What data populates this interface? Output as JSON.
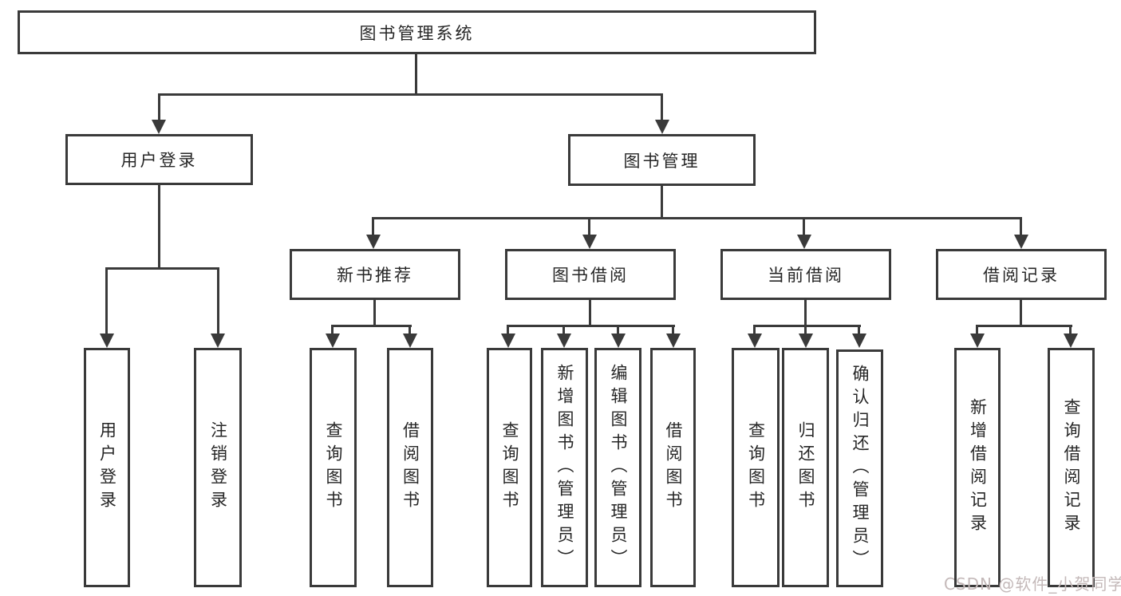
{
  "watermark": "CSDN @软件_小贺同学",
  "colors": {
    "line": "#3a3a3a",
    "text": "#262626",
    "background": "#ffffff",
    "watermark": "#c4b9b9"
  },
  "tree": {
    "root": {
      "label": "图书管理系统"
    },
    "branches": [
      {
        "label": "用户登录",
        "children": [
          {
            "label": "用户登录"
          },
          {
            "label": "注销登录"
          }
        ]
      },
      {
        "label": "图书管理",
        "children": [
          {
            "label": "新书推荐",
            "children": [
              {
                "label": "查询图书"
              },
              {
                "label": "借阅图书"
              }
            ]
          },
          {
            "label": "图书借阅",
            "children": [
              {
                "label": "查询图书"
              },
              {
                "label": "新增图书（管理员）"
              },
              {
                "label": "编辑图书（管理员）"
              },
              {
                "label": "借阅图书"
              }
            ]
          },
          {
            "label": "当前借阅",
            "children": [
              {
                "label": "查询图书"
              },
              {
                "label": "归还图书"
              },
              {
                "label": "确认归还（管理员）"
              }
            ]
          },
          {
            "label": "借阅记录",
            "children": [
              {
                "label": "新增借阅记录"
              },
              {
                "label": "查询借阅记录"
              }
            ]
          }
        ]
      }
    ]
  }
}
